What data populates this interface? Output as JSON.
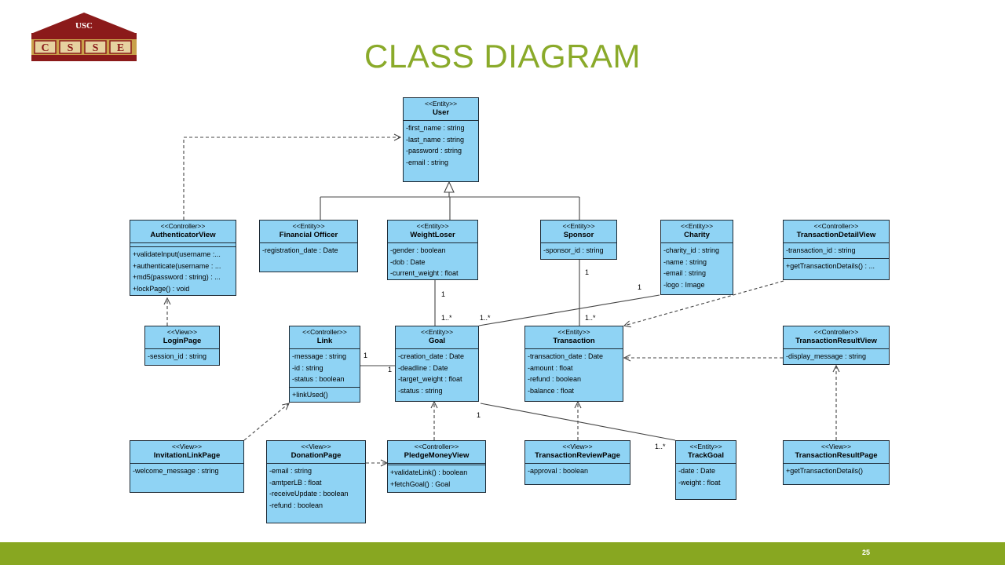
{
  "logo": {
    "top_text": "USC",
    "letters": [
      "C",
      "S",
      "S",
      "E"
    ]
  },
  "title": "CLASS DIAGRAM",
  "page_number": "25",
  "classes": {
    "user": {
      "stereotype": "<<Entity>>",
      "name": "User",
      "attributes": [
        "-first_name : string",
        "-last_name : string",
        "-password : string",
        "-email : string"
      ],
      "operations": []
    },
    "authenticator_view": {
      "stereotype": "<<Controller>>",
      "name": "AuthenticatorView",
      "attributes": [],
      "operations": [
        "+validateInput(username :...",
        "+authenticate(username : ...",
        "+md5(password : string) : ...",
        "+lockPage() : void"
      ]
    },
    "financial_officer": {
      "stereotype": "<<Entity>>",
      "name": "Financial Officer",
      "attributes": [
        "-registration_date : Date"
      ],
      "operations": []
    },
    "weight_loser": {
      "stereotype": "<<Entity>>",
      "name": "WeightLoser",
      "attributes": [
        "-gender : boolean",
        "-dob : Date",
        "-current_weight : float"
      ],
      "operations": []
    },
    "sponsor": {
      "stereotype": "<<Entity>>",
      "name": "Sponsor",
      "attributes": [
        "-sponsor_id : string"
      ],
      "operations": []
    },
    "charity": {
      "stereotype": "<<Entity>>",
      "name": "Charity",
      "attributes": [
        "-charity_id : string",
        "-name : string",
        "-email : string",
        "-logo : Image"
      ],
      "operations": []
    },
    "transaction_detail_view": {
      "stereotype": "<<Controller>>",
      "name": "TransactionDetailView",
      "attributes": [
        "-transaction_id : string"
      ],
      "operations": [
        "+getTransactionDetails() : ..."
      ]
    },
    "login_page": {
      "stereotype": "<<View>>",
      "name": "LoginPage",
      "attributes": [
        "-session_id : string"
      ],
      "operations": []
    },
    "link": {
      "stereotype": "<<Controller>>",
      "name": "Link",
      "attributes": [
        "-message : string",
        "-id : string",
        "-status : boolean"
      ],
      "operations": [
        "+linkUsed()"
      ]
    },
    "goal": {
      "stereotype": "<<Entity>>",
      "name": "Goal",
      "attributes": [
        "-creation_date : Date",
        "-deadline : Date",
        "-target_weight : float",
        "-status : string"
      ],
      "operations": []
    },
    "transaction": {
      "stereotype": "<<Entity>>",
      "name": "Transaction",
      "attributes": [
        "-transaction_date : Date",
        "-amount : float",
        "-refund : boolean",
        "-balance : float"
      ],
      "operations": []
    },
    "transaction_result_view": {
      "stereotype": "<<Controller>>",
      "name": "TransactionResultView",
      "attributes": [
        "-display_message : string"
      ],
      "operations": []
    },
    "invitation_link_page": {
      "stereotype": "<<View>>",
      "name": "InvitationLinkPage",
      "attributes": [
        "-welcome_message : string"
      ],
      "operations": []
    },
    "donation_page": {
      "stereotype": "<<View>>",
      "name": "DonationPage",
      "attributes": [
        "-email : string",
        "-amtperLB : float",
        "-receiveUpdate : boolean",
        "-refund : boolean"
      ],
      "operations": []
    },
    "pledge_money_view": {
      "stereotype": "<<Controller>>",
      "name": "PledgeMoneyView",
      "attributes": [],
      "operations": [
        "+validateLink() : boolean",
        "+fetchGoal() : Goal"
      ]
    },
    "transaction_review_page": {
      "stereotype": "<<View>>",
      "name": "TransactionReviewPage",
      "attributes": [
        "-approval : boolean"
      ],
      "operations": []
    },
    "track_goal": {
      "stereotype": "<<Entity>>",
      "name": "TrackGoal",
      "attributes": [
        "-date : Date",
        "-weight : float"
      ],
      "operations": []
    },
    "transaction_result_page": {
      "stereotype": "<<View>>",
      "name": "TransactionResultPage",
      "attributes": [],
      "operations": [
        "+getTransactionDetails()"
      ]
    }
  },
  "multiplicities": {
    "weightloser_goal_top": "1",
    "weightloser_goal_bottom": "1..*",
    "charity_goal_left": "1..*",
    "charity_goal_right": "1",
    "sponsor_transaction_top": "1",
    "sponsor_transaction_bottom": "1..*",
    "link_goal_left": "1",
    "link_goal_right": "1",
    "goal_trackgoal_left": "1",
    "goal_trackgoal_right": "1..*"
  },
  "colors": {
    "title": "#8aaa2a",
    "class_fill": "#8fd3f4",
    "class_border": "#1d2a35",
    "footer": "#88a721",
    "logo_red": "#8b1a1a",
    "logo_gold": "#c9a14a"
  }
}
